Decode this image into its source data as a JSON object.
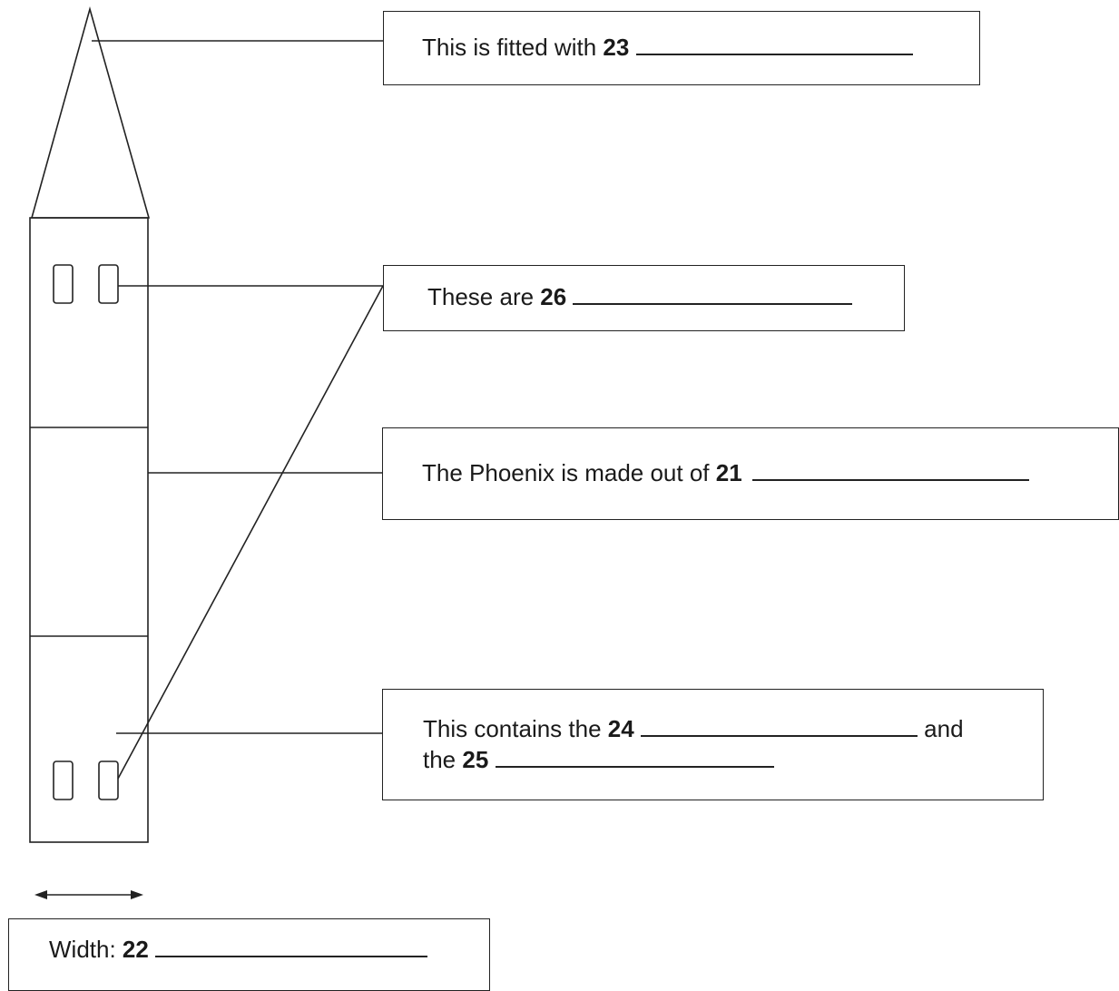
{
  "labels": {
    "q23": {
      "prefix": "This is fitted with ",
      "number": "23"
    },
    "q26": {
      "prefix": "These are ",
      "number": "26"
    },
    "q21": {
      "prefix": "The Phoenix is made out of ",
      "number": "21"
    },
    "q24_25": {
      "line1_prefix": "This contains the ",
      "number_a": "24",
      "line1_suffix": " and",
      "line2_prefix": "the ",
      "number_b": "25"
    },
    "q22": {
      "prefix": "Width: ",
      "number": "22"
    }
  },
  "colors": {
    "ink": "#222222",
    "paper": "#ffffff"
  }
}
